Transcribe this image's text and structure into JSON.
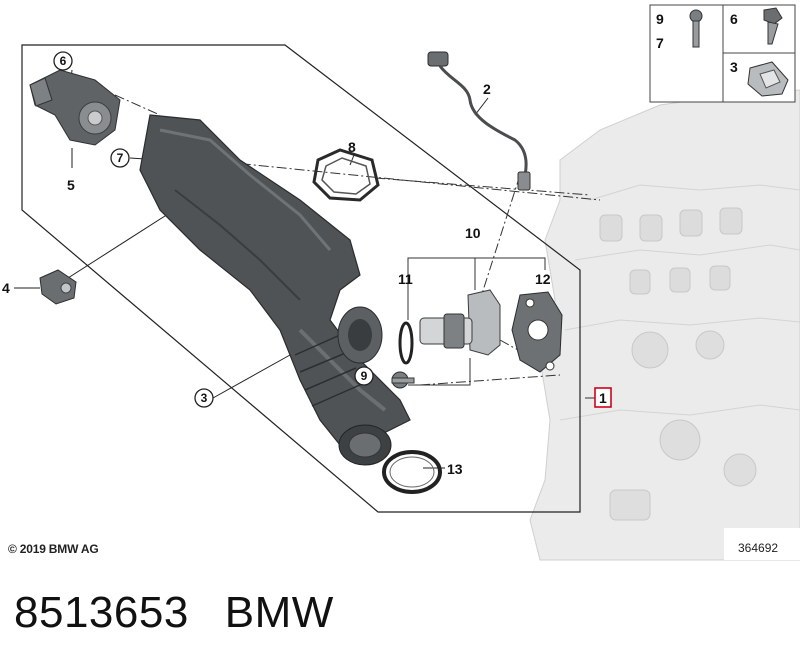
{
  "diagram": {
    "callouts": {
      "c1": "1",
      "c2": "2",
      "c3": "3",
      "c4": "4",
      "c5": "5",
      "c6": "6",
      "c7": "7",
      "c8": "8",
      "c9": "9",
      "c10": "10",
      "c11": "11",
      "c12": "12",
      "c13": "13"
    },
    "legend_box": {
      "r1a": "9",
      "r1b": "7",
      "r1c": "6",
      "r2": "3"
    },
    "copyright": "© 2019 BMW AG",
    "diagram_number": "364692",
    "highlight_color": "#d0021b"
  },
  "caption": {
    "part_number": "8513653",
    "brand": "BMW"
  }
}
